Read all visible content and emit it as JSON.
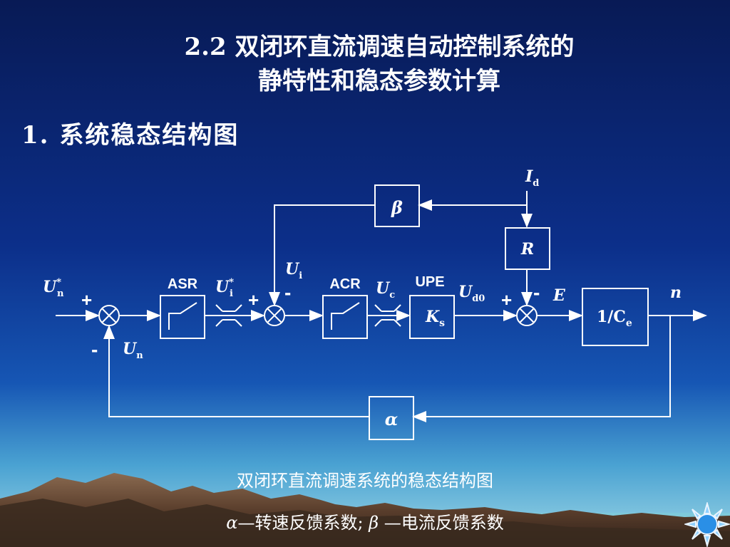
{
  "title": {
    "line1": "2.2 双闭环直流调速自动控制系统的",
    "line2": "静特性和稳态参数计算"
  },
  "section": {
    "number": "1.",
    "text": "系统稳态结构图"
  },
  "diagram": {
    "blocks": {
      "beta": "β",
      "r": "R",
      "ks_main": "K",
      "ks_sub": "s",
      "ce_main": "1/C",
      "ce_sub": "e",
      "alpha": "α"
    },
    "block_labels": {
      "asr": "ASR",
      "acr": "ACR",
      "upe": "UPE"
    },
    "signals": {
      "un_star_main": "U",
      "un_star_sup": "*",
      "un_star_sub": "n",
      "ui_star_main": "U",
      "ui_star_sup": "*",
      "ui_star_sub": "i",
      "ui_main": "U",
      "ui_sub": "i",
      "uc_main": "U",
      "uc_sub": "c",
      "ud0_main": "U",
      "ud0_sub": "d0",
      "un_main": "U",
      "un_sub": "n",
      "id_main": "I",
      "id_sub": "d",
      "e": "E",
      "n": "n"
    },
    "signs": {
      "plus1": "+",
      "minus1": "-",
      "plus2": "+",
      "minus2": "-",
      "plus3": "+",
      "minus3": "-"
    }
  },
  "captions": {
    "line1": "双闭环直流调速系统的稳态结构图",
    "line2_alpha": "α",
    "line2_a": "—转速反馈系数; ",
    "line2_beta": "β",
    "line2_b": " —电流反馈系数"
  },
  "colors": {
    "bg_top": "#0a1a5a",
    "bg_mid": "#0d3a9a",
    "line": "#ffffff"
  }
}
